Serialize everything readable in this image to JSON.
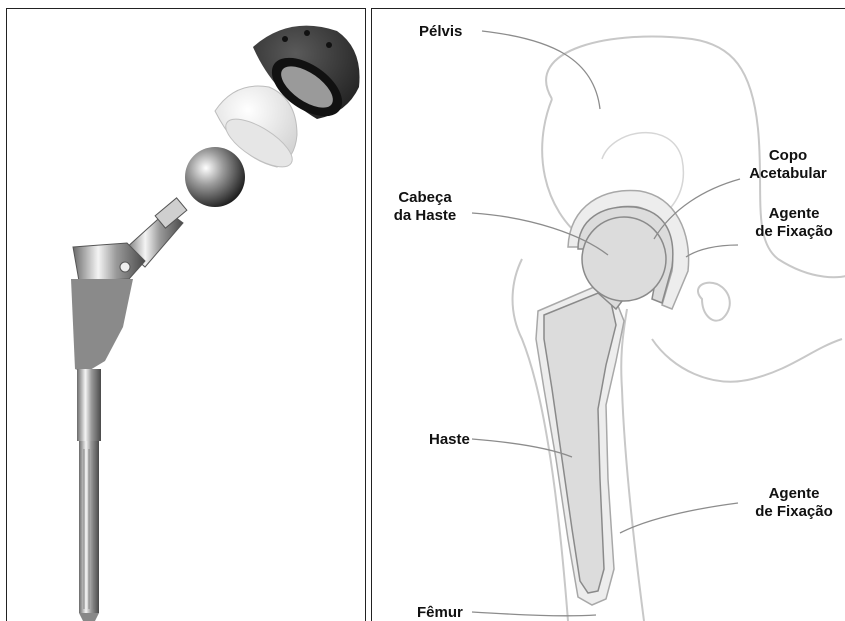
{
  "labels": {
    "pelvis": "Pélvis",
    "cup_line1": "Copo",
    "cup_line2": "Acetabular",
    "head_line1": "Cabeça",
    "head_line2": "da Haste",
    "fix_top_line1": "Agente",
    "fix_top_line2": "de Fixação",
    "stem": "Haste",
    "fix_bottom_line1": "Agente",
    "fix_bottom_line2": "de Fixação",
    "femur": "Fêmur"
  },
  "colors": {
    "implant_fill": "#dcdcdc",
    "fixation_fill": "#ededed",
    "bone_outline": "#c8c8c8",
    "leader_line": "#8c8c8c",
    "shell_dark": "#3a3a3a",
    "coated_collar": "#8a8a8a"
  }
}
